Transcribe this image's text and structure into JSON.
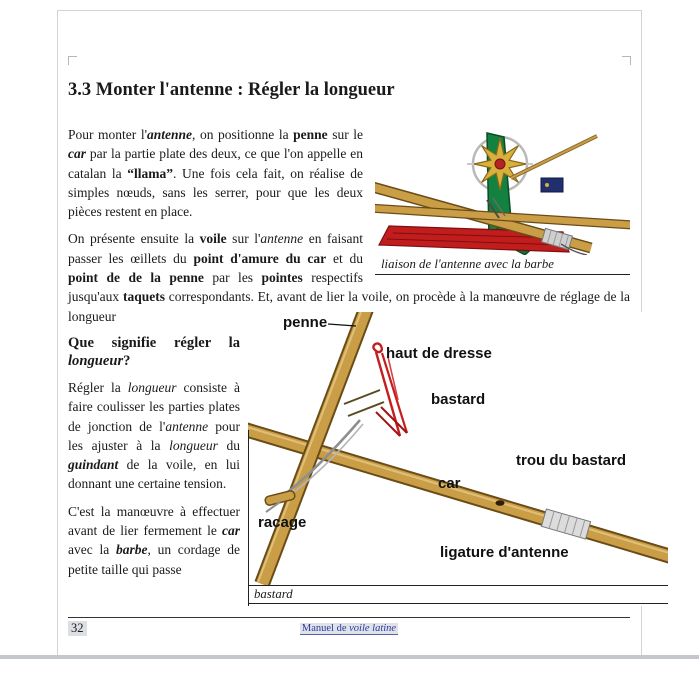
{
  "title": "3.3 Monter l'antenne : Régler la longueur",
  "body": {
    "para1": [
      {
        "t": "Pour monter l'"
      },
      {
        "t": "antenne",
        "b": true,
        "i": true
      },
      {
        "t": ", on positionne la "
      },
      {
        "t": "penne",
        "b": true
      },
      {
        "t": " sur le "
      },
      {
        "t": "car",
        "b": true,
        "i": true
      },
      {
        "t": " par la partie plate des deux, ce que l'on appelle en catalan la "
      },
      {
        "t": "“llama”",
        "b": true
      },
      {
        "t": ". Une fois cela fait, on réalise de simples nœuds, sans les serrer, pour que les deux pièces restent en place."
      }
    ],
    "para2": [
      {
        "t": "On présente ensuite la "
      },
      {
        "t": "voile",
        "b": true
      },
      {
        "t": " sur l'"
      },
      {
        "t": "antenne",
        "i": true
      },
      {
        "t": " en faisant passer les œillets du "
      },
      {
        "t": "point d'amure du car",
        "b": true
      },
      {
        "t": " et du "
      },
      {
        "t": "point de de la penne",
        "b": true
      },
      {
        "t": " par les "
      },
      {
        "t": "pointes",
        "b": true
      },
      {
        "t": " respectifs jusqu'aux "
      },
      {
        "t": "taquets",
        "b": true
      },
      {
        "t": "  correspondants. Et, avant de lier la voile, on procède à la manœuvre de réglage de la longueur"
      }
    ],
    "subheading": [
      {
        "t": "Que signifie régler la ",
        "b": true
      },
      {
        "t": "longueur",
        "b": true,
        "i": true
      },
      {
        "t": "?",
        "b": true
      }
    ],
    "para3": [
      {
        "t": "Régler la "
      },
      {
        "t": "longueur",
        "i": true
      },
      {
        "t": " consiste à faire coulisser les parties plates de jonction de l'"
      },
      {
        "t": "antenne",
        "i": true
      },
      {
        "t": " pour les ajuster à la "
      },
      {
        "t": "longueur",
        "i": true
      },
      {
        "t": " du "
      },
      {
        "t": "guindant",
        "b": true,
        "i": true
      },
      {
        "t": " de la voile, en lui donnant une certaine tension."
      }
    ],
    "para4": [
      {
        "t": "C'est la manœuvre à effectuer avant de lier fermement le "
      },
      {
        "t": "car",
        "b": true,
        "i": true
      },
      {
        "t": " avec la "
      },
      {
        "t": "barbe",
        "b": true,
        "i": true
      },
      {
        "t": ", un cordage de petite taille qui passe"
      }
    ]
  },
  "figure1": {
    "caption": "liaison de l'antenne avec la barbe"
  },
  "figure2": {
    "caption": "bastard",
    "labels": {
      "penne": "penne",
      "haut_de_dresse": "haut de dresse",
      "bastard": "bastard",
      "trou_du_bastard": "trou du bastard",
      "car": "car",
      "racage": "racage",
      "ligature": "ligature d'antenne"
    }
  },
  "footer": {
    "page_number": "32",
    "center": [
      {
        "t": "Manuel de "
      },
      {
        "t": "voile latine",
        "i": true
      }
    ]
  },
  "colors": {
    "spar": "#c99e46",
    "spar_outline": "#6b4c17",
    "rope_red": "#c41e1e",
    "stem_green": "#13813f",
    "hull_red": "#c21d1d",
    "star_gold": "#d8b03c",
    "footer_blue": "#2e3d96"
  }
}
